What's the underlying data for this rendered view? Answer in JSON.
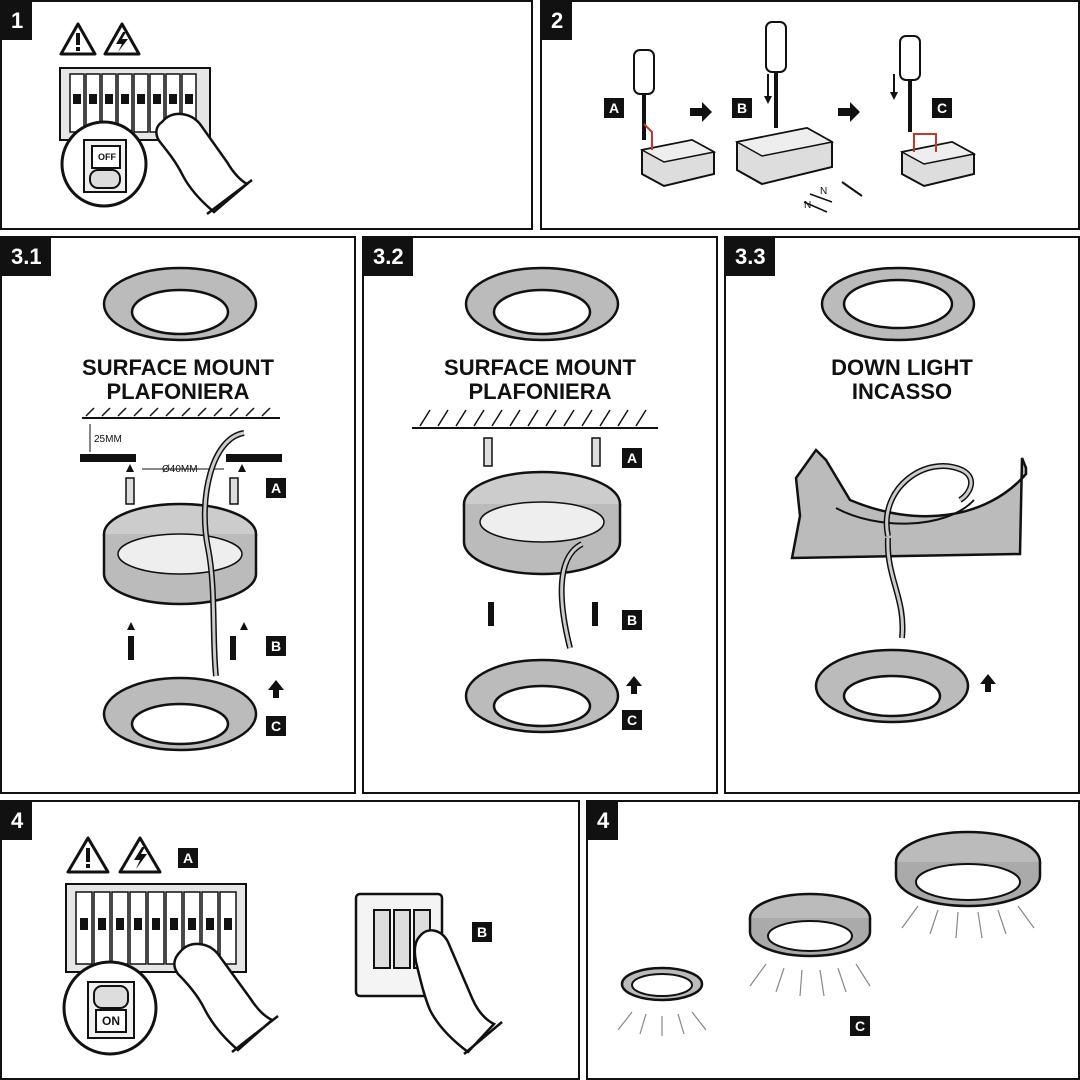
{
  "steps": {
    "s1": {
      "number": "1"
    },
    "s2": {
      "number": "2",
      "label_a": "A",
      "label_b": "B",
      "label_c": "C",
      "wire_n": "N",
      "wire_l": "N"
    },
    "s31": {
      "number": "3.1",
      "title_1": "SURFACE MOUNT",
      "title_2": "PLAFONIERA",
      "dim_depth": "25MM",
      "dim_diameter": "Ø40MM",
      "label_a": "A",
      "label_b": "B",
      "label_c": "C"
    },
    "s32": {
      "number": "3.2",
      "title_1": "SURFACE MOUNT",
      "title_2": "PLAFONIERA",
      "label_a": "A",
      "label_b": "B",
      "label_c": "C"
    },
    "s33": {
      "number": "3.3",
      "title_1": "DOWN LIGHT",
      "title_2": "INCASSO"
    },
    "s4a": {
      "number": "4",
      "label_a": "A",
      "label_b": "B",
      "switch_text": "ON"
    },
    "s4b": {
      "number": "4",
      "label_c": "C"
    },
    "switch_off_text": "OFF"
  },
  "icons": [
    "warning-icon",
    "high-voltage-icon",
    "screwdriver-icon",
    "arrow-right-icon",
    "arrow-up-icon",
    "hand-icon",
    "light-fixture-icon"
  ]
}
